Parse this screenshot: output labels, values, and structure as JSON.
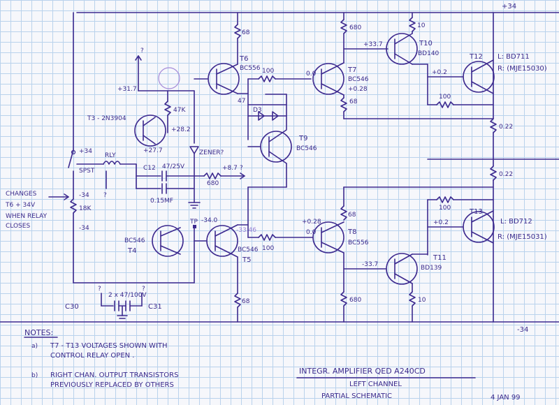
{
  "colors": {
    "ink": "#3d2a8f",
    "grid": "#b9d2ec",
    "paper": "#f6f7fb",
    "pencil": "#9a83d6"
  },
  "rails": {
    "pos": "+34",
    "neg": "-34"
  },
  "switch": {
    "plus": "+34",
    "name": "SPST",
    "minus": "-34",
    "minus2": "-34",
    "res": "18K"
  },
  "changes_note": [
    "CHANGES",
    "T6 + 34V",
    "WHEN RELAY",
    "CLOSES"
  ],
  "t3": {
    "name": "T3 - 2N3904",
    "v_top": "+31.7",
    "v_e": "+27.7",
    "r47k": "47K",
    "v_282": "+28.2",
    "q": "?"
  },
  "zener": "ZENER?",
  "relay": {
    "label": "RLY",
    "q": "?"
  },
  "caps": {
    "c12": "C12",
    "c12_val": "47/25V",
    "v87": "+8.7",
    "v87q": "?",
    "r680": "680",
    "c015": "0.15MF"
  },
  "t6": {
    "name": "T6",
    "part": "BC556",
    "r68": "68",
    "r100": "100"
  },
  "t7": {
    "name": "T7",
    "part": "BC546",
    "v_b": "0.0",
    "v_e": "+0.28",
    "r680": "680",
    "r68": "68",
    "r47": "47"
  },
  "d3": "D3",
  "t9": {
    "name": "T9",
    "part": "BC546"
  },
  "t10": {
    "name": "T10",
    "part": "BD140",
    "v": "+33.7",
    "r10": "10"
  },
  "t12": {
    "name": "T12",
    "part_l": "L: BD711",
    "part_r": "R: (MJE15030)",
    "v": "+0.2",
    "r100": "100"
  },
  "r022": [
    "0.22",
    "0.22"
  ],
  "t13": {
    "name": "T13",
    "part_l": "L: BD712",
    "part_r": "R: (MJE15031)",
    "v": "+0.2",
    "r100": "100"
  },
  "t11": {
    "name": "T11",
    "part": "BD139",
    "v": "-33.7",
    "r10": "10"
  },
  "t8": {
    "name": "T8",
    "part": "BC556",
    "v_e": "+0.28",
    "v_b": "0.0",
    "r68": "68",
    "r680": "680"
  },
  "t5": {
    "name": "T5",
    "part": "BC546",
    "tp": "TP",
    "tp_v": "-34.0",
    "r100": "100",
    "r68": "68",
    "pencil_v": "-33.46"
  },
  "t4": {
    "name": "T4",
    "part": "BC546"
  },
  "c30": {
    "label_a": "C30",
    "label_b": "C31",
    "value": "2 x 47/100V",
    "q1": "?",
    "q2": "?"
  },
  "notes": {
    "heading": "NOTES:",
    "a_mark": "a)",
    "a_lines": [
      "T7 - T13 VOLTAGES SHOWN WITH",
      "CONTROL RELAY OPEN ."
    ],
    "b_mark": "b)",
    "b_lines": [
      "RIGHT CHAN. OUTPUT TRANSISTORS",
      "PREVIOUSLY REPLACED BY OTHERS"
    ]
  },
  "title": {
    "line1": "INTEGR. AMPLIFIER QED A240CD",
    "line2": "LEFT CHANNEL",
    "line3": "PARTIAL SCHEMATIC",
    "date": "4 JAN 99"
  }
}
